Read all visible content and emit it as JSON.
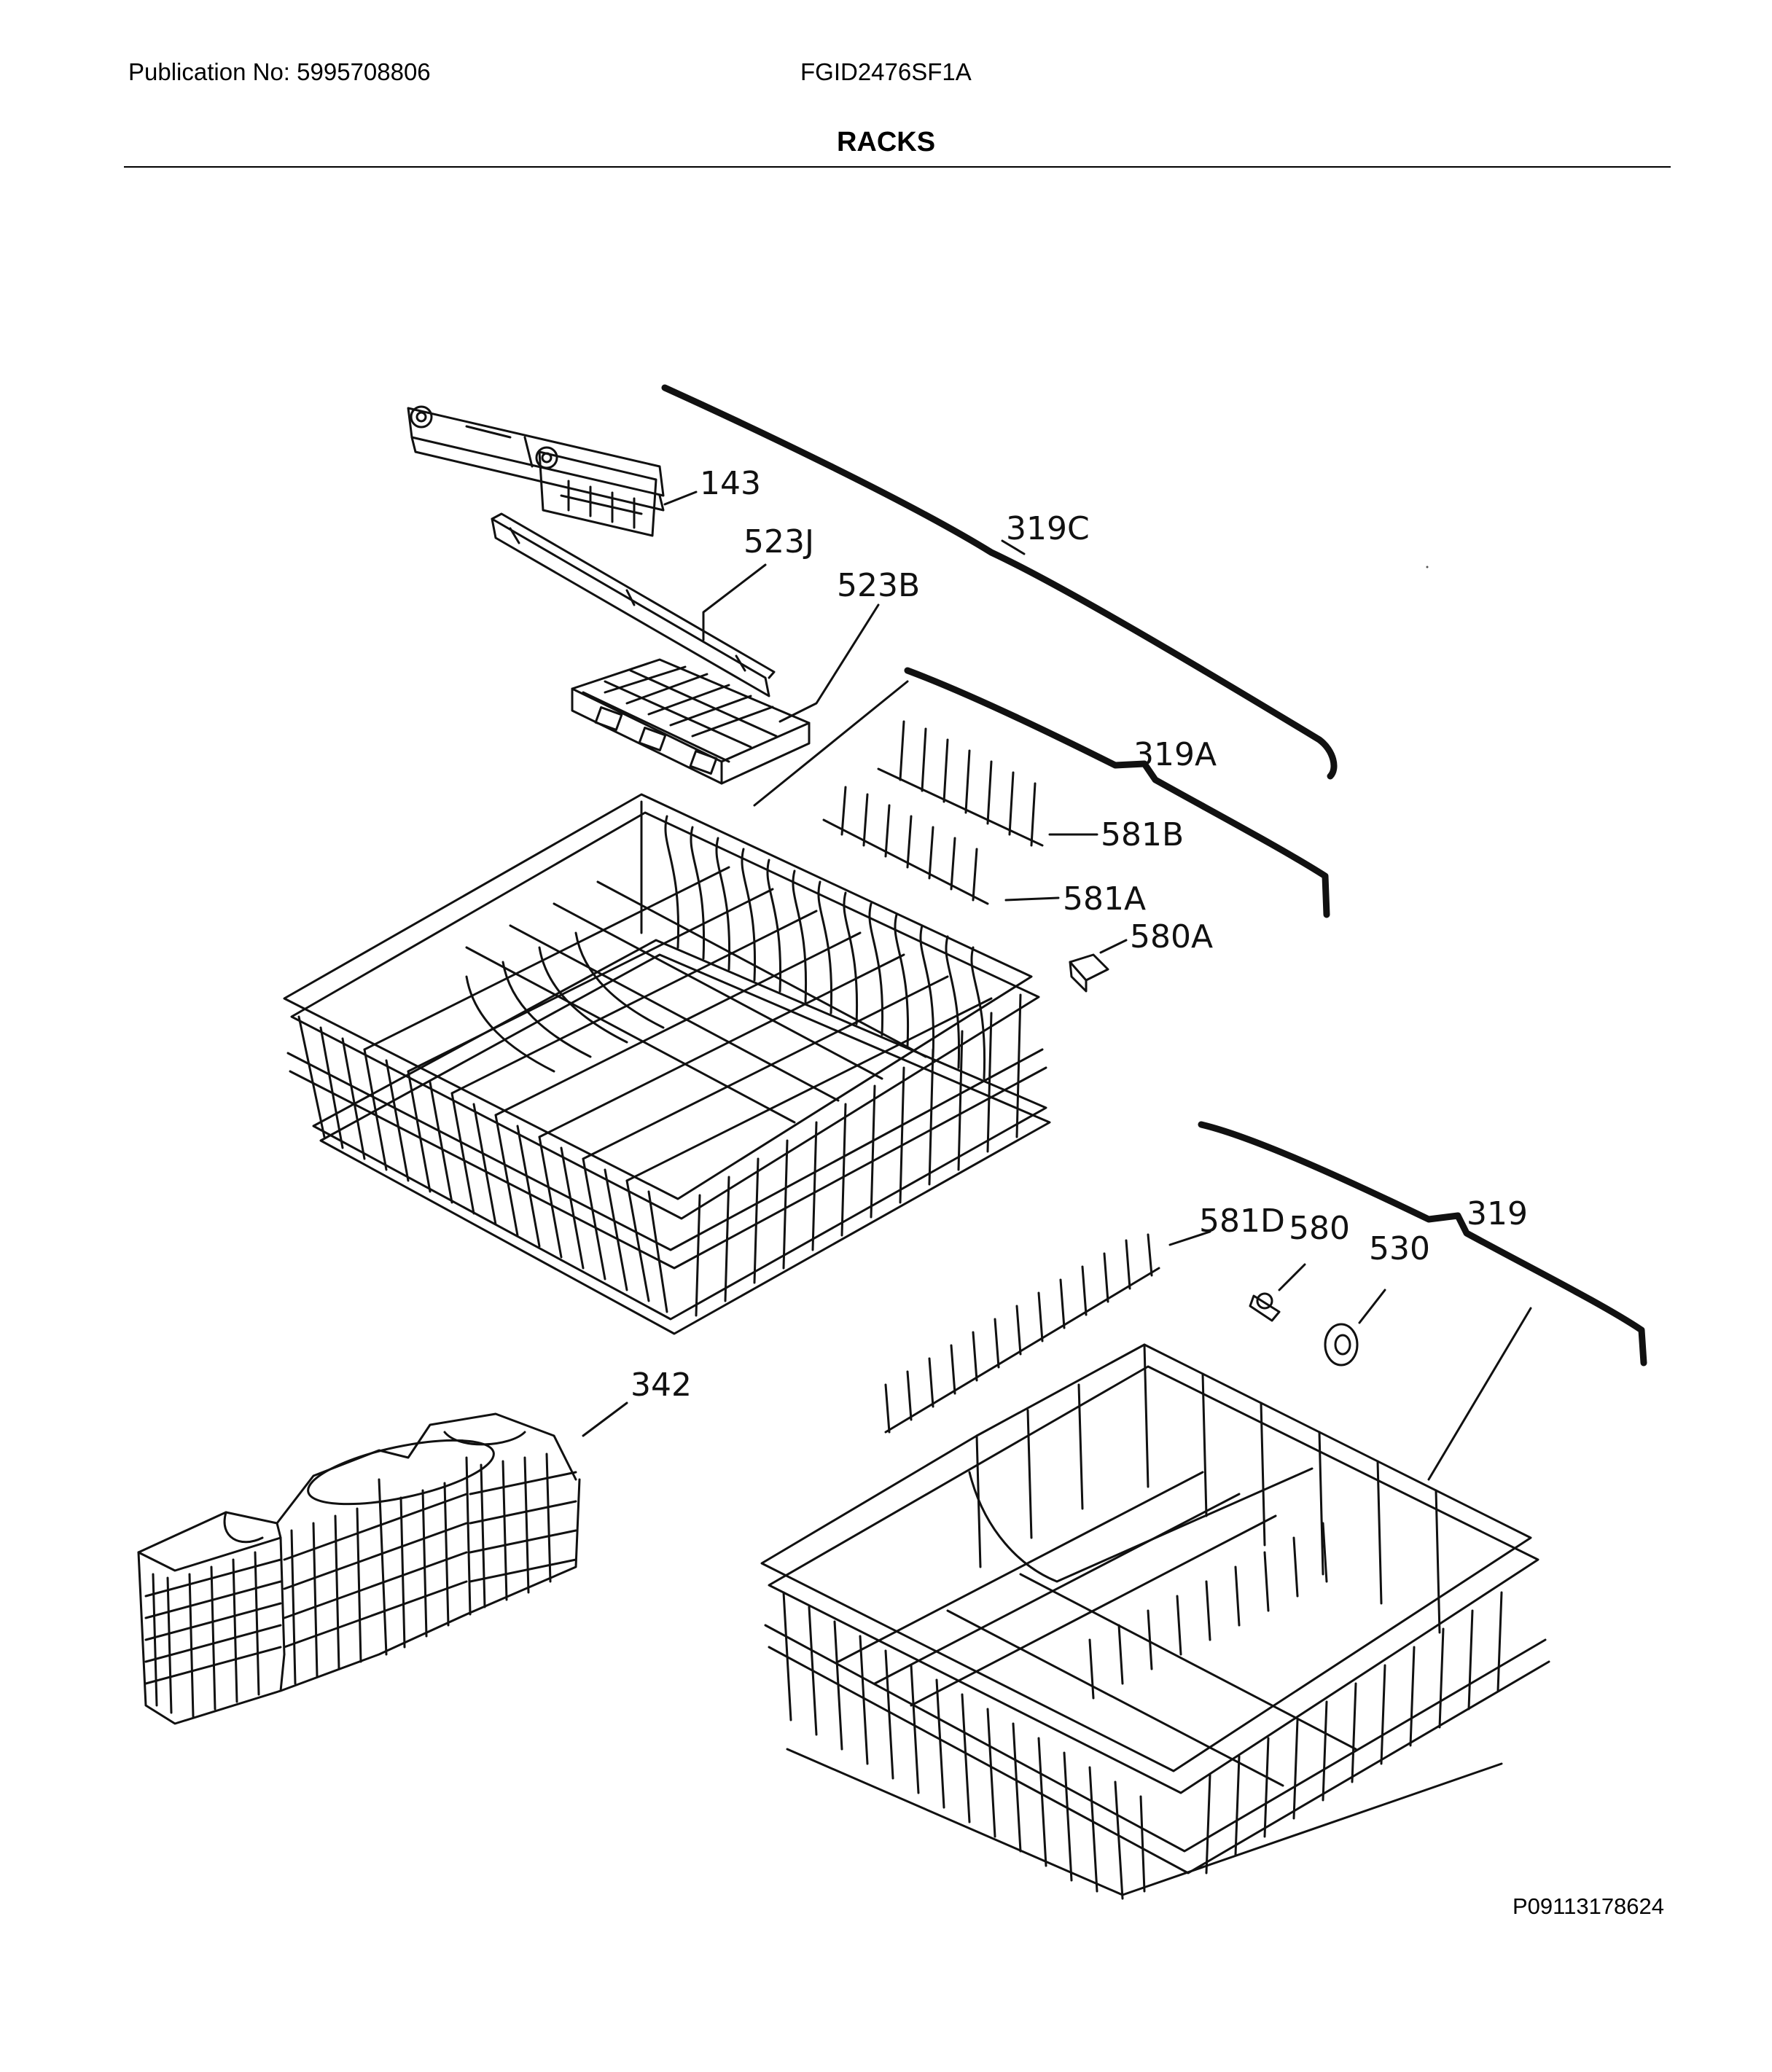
{
  "header": {
    "publication": "Publication No: 5995708806",
    "model": "FGID2476SF1A",
    "title": "RACKS"
  },
  "callouts": [
    "143",
    "523J",
    "523B",
    "319C",
    "319A",
    "581B",
    "581A",
    "580A",
    "581D",
    "580",
    "530",
    "319",
    "342"
  ],
  "footer": {
    "reference": "P09113178624"
  }
}
